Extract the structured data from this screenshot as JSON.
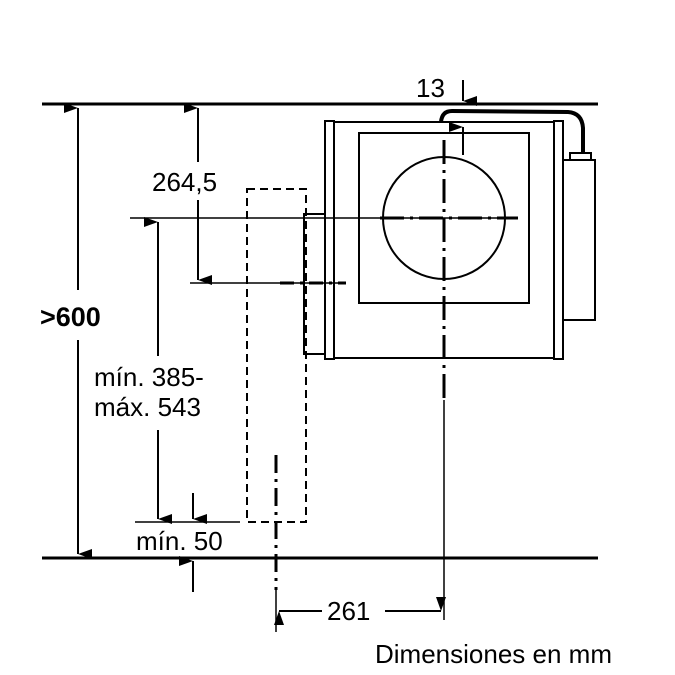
{
  "diagram": {
    "type": "installation-dimension-drawing",
    "units_caption": "Dimensiones en mm",
    "labels": {
      "top_gap": "13",
      "outlet_height": "264,5",
      "overall_height": ">600",
      "range_line1": "mín. 385-",
      "range_line2": "máx. 543",
      "bottom_min": "mín. 50",
      "horizontal_offset": "261"
    },
    "colors": {
      "line": "#000000",
      "background": "#ffffff"
    },
    "elements": [
      "ceiling-line",
      "floor-line",
      "appliance-housing",
      "fan-circle",
      "cable",
      "side-box",
      "dashed-socket-outline",
      "centerlines"
    ]
  }
}
